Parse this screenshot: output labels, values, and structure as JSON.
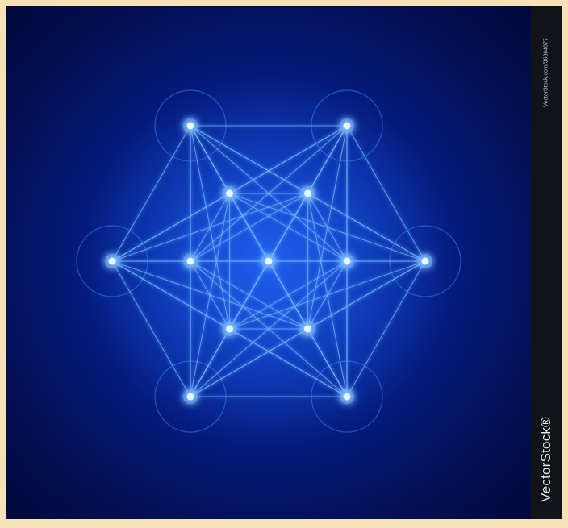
{
  "image": {
    "subject": "Metatron's Cube",
    "colors": {
      "frame": "#f6e2b6",
      "background_center": "#0a3fd6",
      "background_edge": "#020a3c",
      "glow": "#4fa6ff",
      "node": "#e6f6ff",
      "strip": "#101418"
    }
  },
  "watermark": {
    "brand": "VectorStock",
    "brand_logo": "VectorStock®",
    "id_text": "VectorStock.com/36864077"
  }
}
